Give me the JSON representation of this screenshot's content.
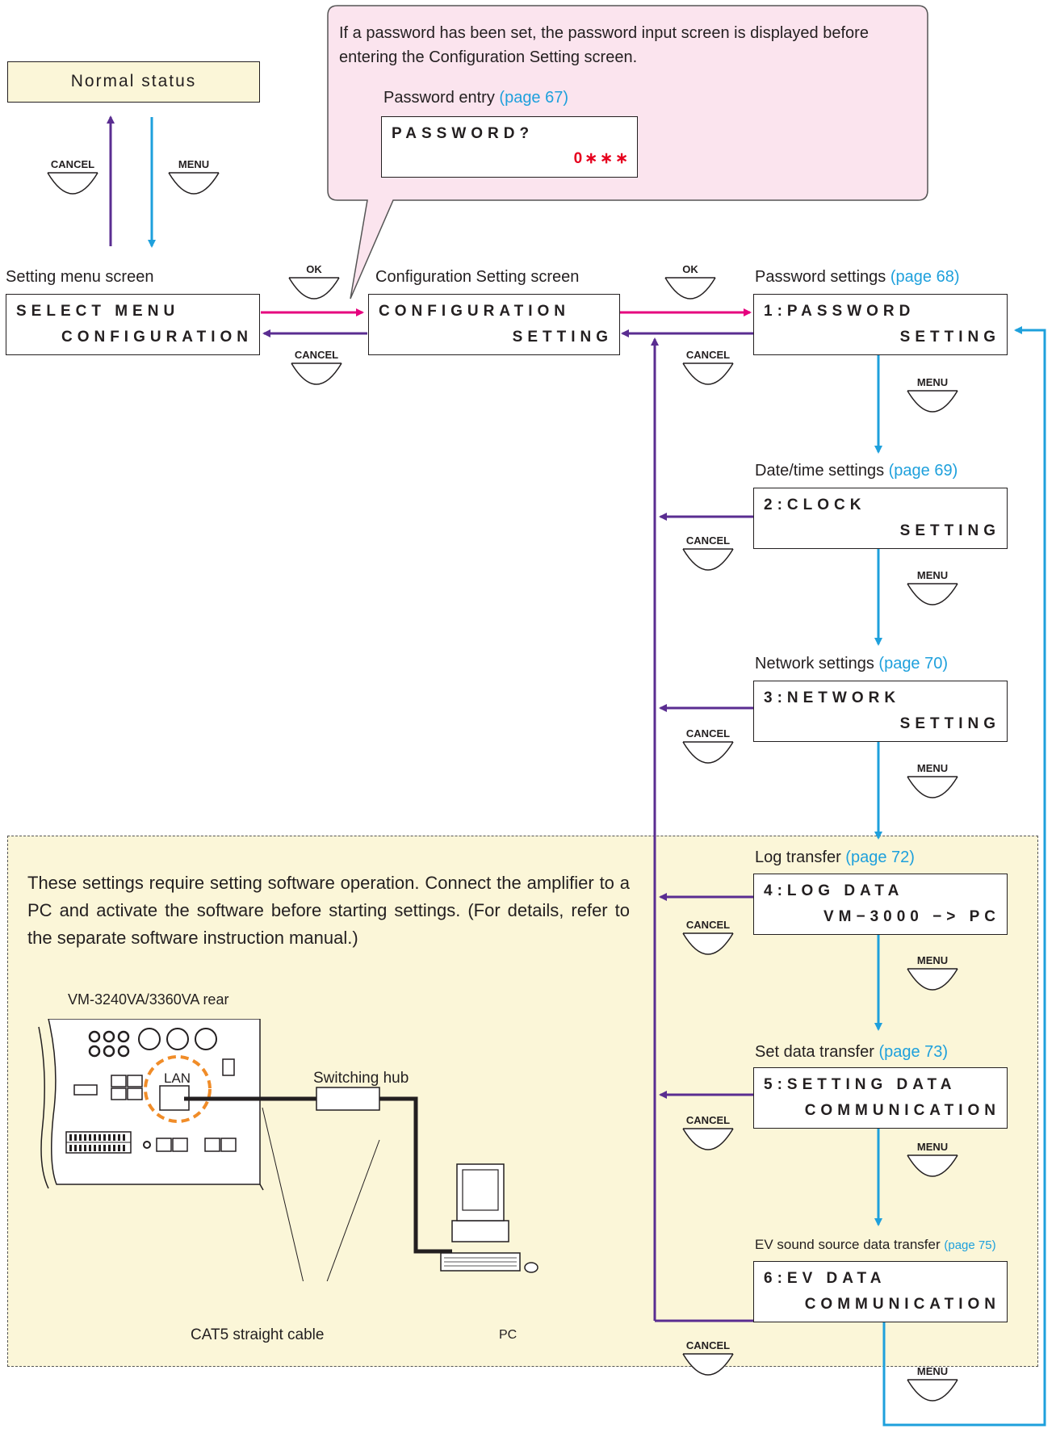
{
  "normal_status": "Normal status",
  "callout": {
    "text": "If a password has been set, the password input screen is displayed before entering the Configuration Setting screen.",
    "entry_label": "Password entry",
    "entry_ref": "(page 67)",
    "lcd_line1": "PASSWORD?",
    "lcd_line2": "0∗∗∗"
  },
  "buttons": {
    "cancel": "CANCEL",
    "menu": "MENU",
    "ok": "OK"
  },
  "setting_menu": {
    "caption": "Setting menu screen",
    "line1": "SELECT MENU",
    "line2": "CONFIGURATION"
  },
  "config_setting": {
    "caption": "Configuration Setting screen",
    "line1": "CONFIGURATION",
    "line2": "SETTING"
  },
  "menu_items": [
    {
      "caption": "Password settings",
      "ref": "(page 68)",
      "line1": "1:PASSWORD",
      "line2": "SETTING"
    },
    {
      "caption": "Date/time settings",
      "ref": "(page 69)",
      "line1": "2:CLOCK",
      "line2": "SETTING"
    },
    {
      "caption": "Network settings",
      "ref": "(page 70)",
      "line1": "3:NETWORK",
      "line2": "SETTING"
    },
    {
      "caption": "Log transfer",
      "ref": "(page 72)",
      "line1": "4:LOG DATA",
      "line2": "VM−3000 −> PC"
    },
    {
      "caption": "Set data transfer",
      "ref": "(page 73)",
      "line1": "5:SETTING DATA",
      "line2": "COMMUNICATION"
    },
    {
      "caption": "EV sound source data transfer",
      "ref": "(page 75)",
      "line1": "6:EV DATA",
      "line2": "COMMUNICATION"
    }
  ],
  "note_text": "These settings require setting software operation. Connect the amplifier to a PC and activate the software before starting settings. (For details, refer to the separate software instruction manual.)",
  "rear_label": "VM-3240VA/3360VA rear",
  "lan_label": "LAN",
  "hub_label": "Switching hub",
  "cable_label": "CAT5 straight cable",
  "pc_label": "PC",
  "colors": {
    "menu_arrow": "#1ea0dc",
    "cancel_arrow": "#5a2d91",
    "ok_arrow": "#e6007e",
    "link": "#1ea0dc",
    "callout_bg": "#fbe4ee",
    "note_bg": "#fbf6d8",
    "password_digits": "#e6001e"
  }
}
